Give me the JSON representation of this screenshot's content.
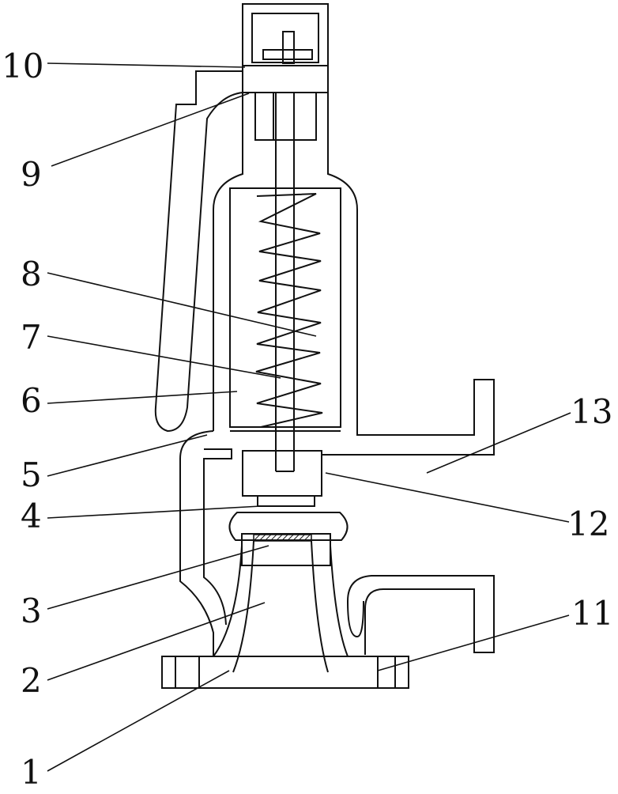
{
  "figure": {
    "labels": [
      {
        "id": "part-1",
        "text": "1"
      },
      {
        "id": "part-2",
        "text": "2"
      },
      {
        "id": "part-3",
        "text": "3"
      },
      {
        "id": "part-4",
        "text": "4"
      },
      {
        "id": "part-5",
        "text": "5"
      },
      {
        "id": "part-6",
        "text": "6"
      },
      {
        "id": "part-7",
        "text": "7"
      },
      {
        "id": "part-8",
        "text": "8"
      },
      {
        "id": "part-9",
        "text": "9"
      },
      {
        "id": "part-10",
        "text": "10"
      },
      {
        "id": "part-11",
        "text": "11"
      },
      {
        "id": "part-12",
        "text": "12"
      },
      {
        "id": "part-13",
        "text": "13"
      }
    ]
  }
}
